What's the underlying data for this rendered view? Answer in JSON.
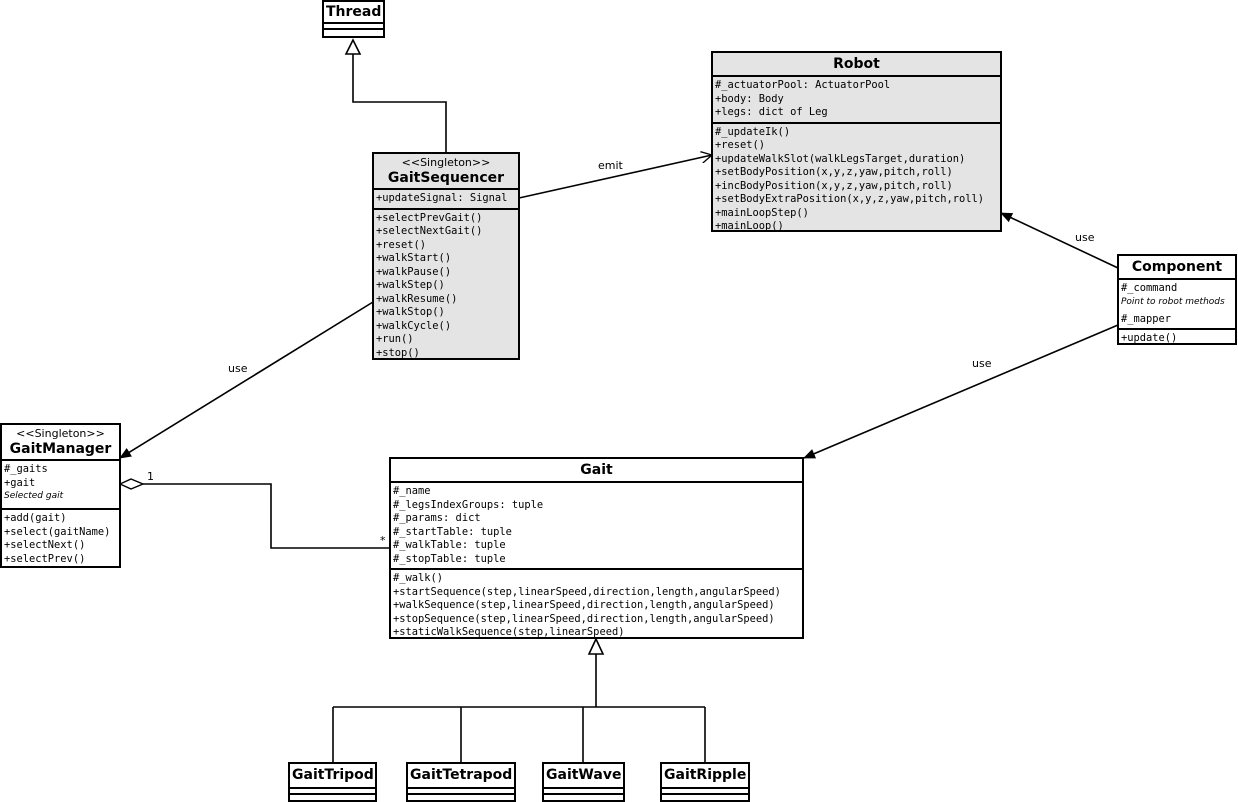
{
  "classes": {
    "thread": {
      "name": "Thread"
    },
    "robot": {
      "name": "Robot",
      "attributes": [
        "#_actuatorPool: ActuatorPool",
        "+body: Body",
        "+legs: dict of Leg"
      ],
      "methods": [
        "#_updateIk()",
        "+reset()",
        "+updateWalkSlot(walkLegsTarget,duration)",
        "+setBodyPosition(x,y,z,yaw,pitch,roll)",
        "+incBodyPosition(x,y,z,yaw,pitch,roll)",
        "+setBodyExtraPosition(x,y,z,yaw,pitch,roll)",
        "+mainLoopStep()",
        "+mainLoop()"
      ]
    },
    "gait_sequencer": {
      "stereotype": "<<Singleton>>",
      "name": "GaitSequencer",
      "attributes": [
        "+updateSignal: Signal"
      ],
      "methods": [
        "+selectPrevGait()",
        "+selectNextGait()",
        "+reset()",
        "+walkStart()",
        "+walkPause()",
        "+walkStep()",
        "+walkResume()",
        "+walkStop()",
        "+walkCycle()",
        "+run()",
        "+stop()"
      ]
    },
    "component": {
      "name": "Component",
      "attr_command": "#_command",
      "attr_command_note": "Point to robot methods",
      "attr_mapper": "#_mapper",
      "methods": [
        "+update()"
      ]
    },
    "gait_manager": {
      "stereotype": "<<Singleton>>",
      "name": "GaitManager",
      "attr_gaits": "#_gaits",
      "attr_gait": "+gait",
      "attr_gait_note": "Selected gait",
      "methods": [
        "+add(gait)",
        "+select(gaitName)",
        "+selectNext()",
        "+selectPrev()"
      ]
    },
    "gait": {
      "name": "Gait",
      "attributes": [
        "#_name",
        "#_legsIndexGroups: tuple",
        "#_params: dict",
        "#_startTable: tuple",
        "#_walkTable: tuple",
        "#_stopTable: tuple"
      ],
      "methods": [
        "#_walk()",
        "+startSequence(step,linearSpeed,direction,length,angularSpeed)",
        "+walkSequence(step,linearSpeed,direction,length,angularSpeed)",
        "+stopSequence(step,linearSpeed,direction,length,angularSpeed)",
        "+staticWalkSequence(step,linearSpeed)"
      ]
    },
    "gait_tripod": {
      "name": "GaitTripod"
    },
    "gait_tetrapod": {
      "name": "GaitTetrapod"
    },
    "gait_wave": {
      "name": "GaitWave"
    },
    "gait_ripple": {
      "name": "GaitRipple"
    }
  },
  "edge_labels": {
    "emit": "emit",
    "use_sequencer_manager": "use",
    "use_component_robot": "use",
    "use_component_gait": "use",
    "mult_one": "1",
    "mult_many": "*"
  }
}
